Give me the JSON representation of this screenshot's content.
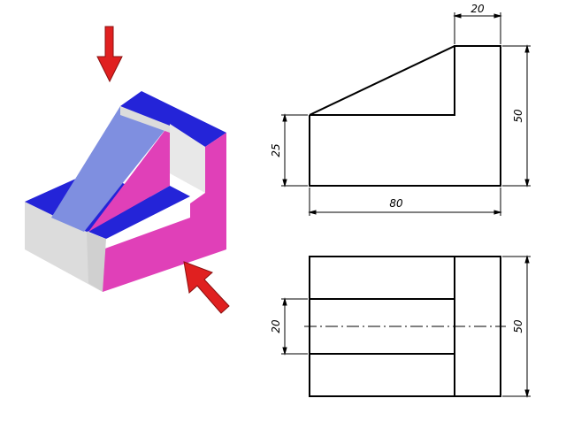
{
  "dimensions": {
    "front_top_width": "20",
    "front_total_height": "50",
    "front_low_height": "25",
    "front_total_width": "80",
    "top_slot_width": "20",
    "top_total_depth": "50"
  },
  "colors": {
    "top_faces": "#2424d8",
    "front_faces": "#e040b8",
    "side_faces": "#dcdcdc",
    "slope_face": "#7f8fe0",
    "arrows": "#e02020",
    "lines": "#000000"
  },
  "icons": {
    "view_arrow_top": "arrow-down-icon",
    "view_arrow_front": "arrow-up-left-icon"
  }
}
